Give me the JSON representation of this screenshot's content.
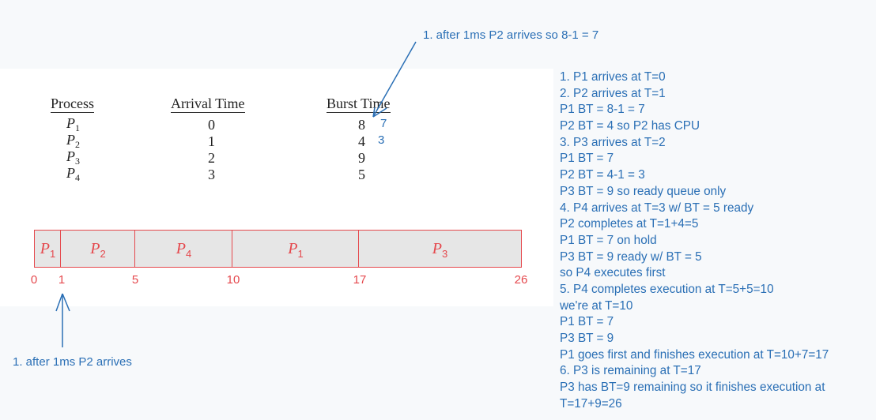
{
  "table": {
    "headers": [
      "Process",
      "Arrival Time",
      "Burst Time"
    ],
    "rows": [
      {
        "process": "P",
        "sub": "1",
        "arrival": "0",
        "burst": "8",
        "annotation": "7"
      },
      {
        "process": "P",
        "sub": "2",
        "arrival": "1",
        "burst": "4",
        "annotation": "3"
      },
      {
        "process": "P",
        "sub": "3",
        "arrival": "2",
        "burst": "9",
        "annotation": ""
      },
      {
        "process": "P",
        "sub": "4",
        "arrival": "3",
        "burst": "5",
        "annotation": ""
      }
    ]
  },
  "gantt": {
    "segments": [
      {
        "label": "P",
        "sub": "1",
        "start": 0,
        "end": 1
      },
      {
        "label": "P",
        "sub": "2",
        "start": 1,
        "end": 5
      },
      {
        "label": "P",
        "sub": "4",
        "start": 5,
        "end": 10
      },
      {
        "label": "P",
        "sub": "1",
        "start": 10,
        "end": 17
      },
      {
        "label": "P",
        "sub": "3",
        "start": 17,
        "end": 26
      }
    ],
    "ticks": [
      "0",
      "1",
      "5",
      "10",
      "17",
      "26"
    ]
  },
  "annotations": {
    "top_note": "1. after 1ms P2 arrives so 8-1 = 7",
    "bottom_note": "1. after 1ms P2 arrives"
  },
  "steps": [
    "1. P1 arrives at T=0",
    "2. P2 arrives at T=1",
    "P1 BT = 8-1 = 7",
    "P2 BT = 4 so P2 has CPU",
    "3. P3 arrives at T=2",
    "P1 BT = 7",
    "P2 BT = 4-1 = 3",
    "P3 BT = 9 so ready queue only",
    "4. P4 arrives at T=3 w/ BT = 5 ready",
    "P2 completes at T=1+4=5",
    "P1 BT = 7 on hold",
    "P3 BT = 9 ready w/ BT = 5",
    "so P4 executes first",
    "5. P4 completes execution at T=5+5=10",
    "we're at T=10",
    "P1 BT = 7",
    "P3 BT = 9",
    "P1 goes first and finishes execution at T=10+7=17",
    "6. P3 is remaining at T=17",
    "P3 has BT=9 remaining so it finishes execution at",
    "T=17+9=26"
  ],
  "colors": {
    "annotation_blue": "#2a6fb5",
    "gantt_red": "#e5484d",
    "gantt_fill": "#e6e6e6"
  }
}
